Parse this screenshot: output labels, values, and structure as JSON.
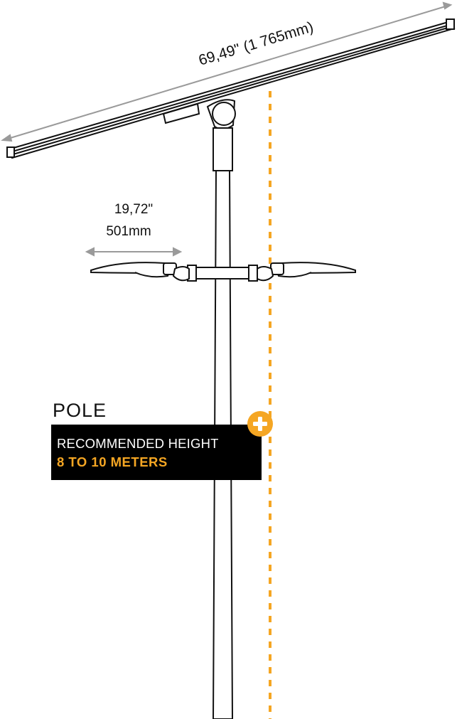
{
  "panel_dimension": "69,49\" (1 765mm)",
  "arm_dimension": {
    "imperial": "19,72\"",
    "metric": "501mm"
  },
  "pole": {
    "title": "POLE",
    "height_label": "RECOMMENDED HEIGHT",
    "height_value": "8 TO 10 METERS"
  },
  "colors": {
    "accent": "#f5a623",
    "dimension_line": "#9a9a9a",
    "outline": "#111111",
    "label_bg": "#000000"
  },
  "icons": {
    "expand": "plus-circle-icon"
  }
}
